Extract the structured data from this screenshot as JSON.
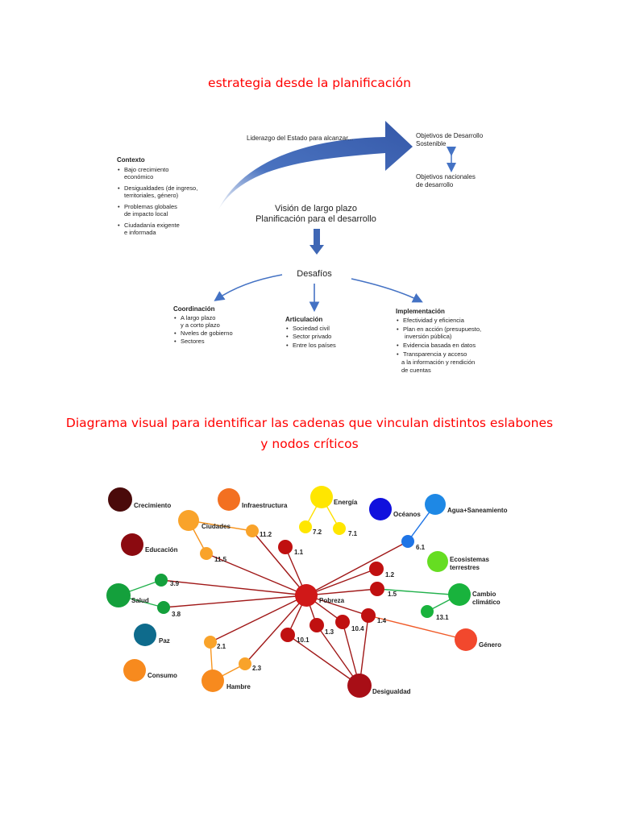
{
  "colors": {
    "heading": "#ff0000",
    "arrow_blue": "#4472c4",
    "dark_red": "#c00000",
    "orange": "#f7941d",
    "yellow": "#ffe000",
    "green": "#22b14c",
    "blue": "#1e74e6"
  },
  "headings": {
    "first": "estrategia desde la planificación",
    "second_line1": "Diagrama visual para identificar las cadenas que vinculan distintos eslabones",
    "second_line2": "y nodos críticos"
  },
  "planning_diagram": {
    "top_arrow_label": "Liderazgo del Estado para alcanzar...",
    "objectives_global": [
      "Objetivos de Desarrollo",
      "Sostenible"
    ],
    "objectives_national": [
      "Objetivos nacionales",
      "de desarrollo"
    ],
    "context": {
      "title": "Contexto",
      "items": [
        [
          "Bajo crecimiento",
          "económico"
        ],
        [
          "Desigualdades  (de ingreso,",
          "territoriales, género)"
        ],
        [
          "Problemas globales",
          "de impacto local"
        ],
        [
          "Ciudadanía  exigente",
          "e informada"
        ]
      ]
    },
    "vision_line1": "Visión de largo plazo",
    "vision_line2": "Planificación para el desarrollo",
    "challenges": "Desafíos",
    "coordination": {
      "title": "Coordinación",
      "items": [
        [
          "A largo plazo",
          "y a corto plazo"
        ],
        [
          "Nveles de gobierno"
        ],
        [
          "Sectores"
        ]
      ]
    },
    "articulation": {
      "title": "Articulación",
      "items": [
        [
          "Sociedad civil"
        ],
        [
          "Sector privado"
        ],
        [
          "Entre los países"
        ]
      ]
    },
    "implementation": {
      "title": "Implementación",
      "items": [
        [
          "Efectividad  y eficiencia"
        ],
        [
          "Plan  en acción  (presupuesto,",
          "inversión  pública)"
        ],
        [
          "Evidencia  basada  en datos"
        ],
        [
          "Transparencia  y acceso",
          "a la información  y rendición",
          "de cuentas"
        ]
      ]
    }
  },
  "network": {
    "center": "Pobreza",
    "named_nodes": {
      "crecimiento": "Crecimiento",
      "infraestructura": "Infraestructura",
      "energia": "Energía",
      "oceanos": "Océanos",
      "agua": "Agua+Saneamiento",
      "educacion": "Educación",
      "ciudades": "Ciudades",
      "ecosistemas": [
        "Ecosistemas",
        "terrestres"
      ],
      "salud": "Salud",
      "cambio": [
        "Cambio",
        "climático"
      ],
      "paz": "Paz",
      "genero": "Género",
      "consumo": "Consumo",
      "hambre": "Hambre",
      "desigualdad": "Desigualdad"
    },
    "targets": {
      "t11_2": "11.2",
      "t11_5": "11.5",
      "t1_1": "1.1",
      "t7_2": "7.2",
      "t7_1": "7.1",
      "t6_1": "6.1",
      "t1_2": "1.2",
      "t1_5": "1.5",
      "t3_9": "3.9",
      "t3_8": "3.8",
      "t13_1": "13.1",
      "t1_4": "1.4",
      "t10_4": "10.4",
      "t1_3": "1.3",
      "t10_1": "10.1",
      "t2_1": "2.1",
      "t2_3": "2.3"
    }
  }
}
